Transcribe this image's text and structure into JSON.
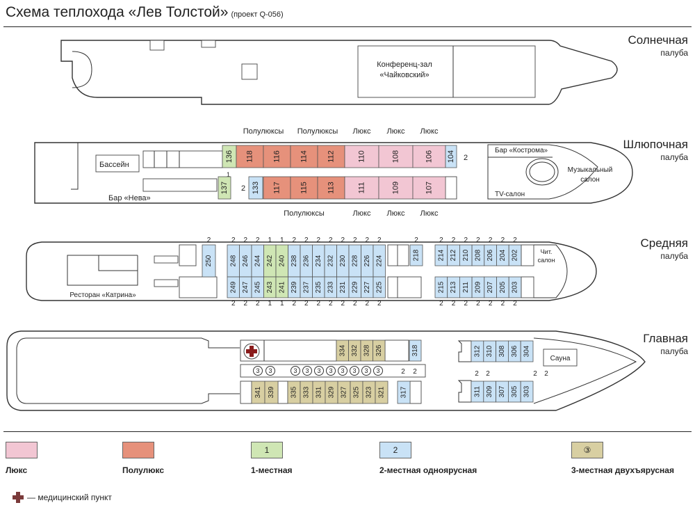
{
  "title": {
    "main": "Схема теплохода «Лев Толстой»",
    "sub": "(проект Q-056)"
  },
  "decks": {
    "sun": {
      "name": "Солнечная",
      "word": "палуба"
    },
    "boat": {
      "name": "Шлюпочная",
      "word": "палуба"
    },
    "middle": {
      "name": "Средняя",
      "word": "палуба"
    },
    "main": {
      "name": "Главная",
      "word": "палуба"
    }
  },
  "colors": {
    "lux": "#f2c6d3",
    "semilux": "#e6917b",
    "single": "#cfe6b4",
    "double": "#c9e2f6",
    "triple": "#d8cfa2",
    "red_cross": "#8a1c1c"
  },
  "sun_deck": {
    "conference": "Конференц-зал «Чайковский»"
  },
  "boat_deck": {
    "pool": "Бассейн",
    "bar_neva": "Бар «Нева»",
    "bar_kostroma": "Бар «Кострома»",
    "music_salon": "Музыкальный салон",
    "tv_salon": "TV-салон",
    "top_labels": [
      {
        "text": "Полулюксы",
        "center_of": [
          "118",
          "116"
        ]
      },
      {
        "text": "Полулюксы",
        "center_of": [
          "114",
          "112"
        ]
      },
      {
        "text": "Люкс",
        "center_of": [
          "110"
        ]
      },
      {
        "text": "Люкс",
        "center_of": [
          "108"
        ]
      },
      {
        "text": "Люкс",
        "center_of": [
          "106"
        ]
      }
    ],
    "bottom_labels": [
      {
        "text": "Полулюксы",
        "center_of": [
          "117",
          "115",
          "113"
        ]
      },
      {
        "text": "Люкс",
        "center_of": [
          "111"
        ]
      },
      {
        "text": "Люкс",
        "center_of": [
          "109"
        ]
      },
      {
        "text": "Люкс",
        "center_of": [
          "107"
        ]
      }
    ],
    "top_row": [
      {
        "num": "136",
        "type": "single"
      },
      {
        "num": "118",
        "type": "semilux"
      },
      {
        "num": "116",
        "type": "semilux"
      },
      {
        "num": "114",
        "type": "semilux"
      },
      {
        "num": "112",
        "type": "semilux"
      },
      {
        "num": "110",
        "type": "lux"
      },
      {
        "num": "108",
        "type": "lux"
      },
      {
        "num": "106",
        "type": "lux"
      },
      {
        "num": "104",
        "type": "double"
      }
    ],
    "bottom_row": [
      {
        "num": "137",
        "type": "single"
      },
      {
        "num": "133",
        "type": "double"
      },
      {
        "num": "117",
        "type": "semilux"
      },
      {
        "num": "115",
        "type": "semilux"
      },
      {
        "num": "113",
        "type": "semilux"
      },
      {
        "num": "111",
        "type": "lux"
      },
      {
        "num": "109",
        "type": "lux"
      },
      {
        "num": "107",
        "type": "lux"
      }
    ],
    "notes": {
      "after_104": "2",
      "between_136_137": "1",
      "before_133": "2"
    }
  },
  "middle_deck": {
    "restaurant": "Ресторан «Катрина»",
    "reading_salon": "Чит. салон",
    "top_aft": [
      {
        "num": "250",
        "type": "double",
        "berths": "2"
      }
    ],
    "top_mid": [
      {
        "num": "248",
        "type": "double",
        "berths": "2"
      },
      {
        "num": "246",
        "type": "double",
        "berths": "2"
      },
      {
        "num": "244",
        "type": "double",
        "berths": "2"
      },
      {
        "num": "242",
        "type": "single",
        "berths": "1"
      },
      {
        "num": "240",
        "type": "single",
        "berths": "1"
      },
      {
        "num": "238",
        "type": "double",
        "berths": "2"
      },
      {
        "num": "236",
        "type": "double",
        "berths": "2"
      },
      {
        "num": "234",
        "type": "double",
        "berths": "2"
      },
      {
        "num": "232",
        "type": "double",
        "berths": "2"
      },
      {
        "num": "230",
        "type": "double",
        "berths": "2"
      },
      {
        "num": "228",
        "type": "double",
        "berths": "2"
      },
      {
        "num": "226",
        "type": "double",
        "berths": "2"
      },
      {
        "num": "224",
        "type": "double",
        "berths": "2"
      }
    ],
    "top_218": {
      "num": "218",
      "type": "double",
      "berths": "2"
    },
    "top_fore": [
      {
        "num": "214",
        "type": "double",
        "berths": "2"
      },
      {
        "num": "212",
        "type": "double",
        "berths": "2"
      },
      {
        "num": "210",
        "type": "double",
        "berths": "2"
      },
      {
        "num": "208",
        "type": "double",
        "berths": "2"
      },
      {
        "num": "206",
        "type": "double",
        "berths": "2"
      },
      {
        "num": "204",
        "type": "double",
        "berths": "2"
      },
      {
        "num": "202",
        "type": "double",
        "berths": "2"
      }
    ],
    "bottom_mid": [
      {
        "num": "249",
        "type": "double",
        "berths": "2"
      },
      {
        "num": "247",
        "type": "double",
        "berths": "2"
      },
      {
        "num": "245",
        "type": "double",
        "berths": "2"
      },
      {
        "num": "243",
        "type": "single",
        "berths": "1"
      },
      {
        "num": "241",
        "type": "single",
        "berths": "1"
      },
      {
        "num": "239",
        "type": "double",
        "berths": "2"
      },
      {
        "num": "237",
        "type": "double",
        "berths": "2"
      },
      {
        "num": "235",
        "type": "double",
        "berths": "2"
      },
      {
        "num": "233",
        "type": "double",
        "berths": "2"
      },
      {
        "num": "231",
        "type": "double",
        "berths": "2"
      },
      {
        "num": "229",
        "type": "double",
        "berths": "2"
      },
      {
        "num": "227",
        "type": "double",
        "berths": "2"
      },
      {
        "num": "225",
        "type": "double",
        "berths": "2"
      }
    ],
    "bottom_fore": [
      {
        "num": "215",
        "type": "double",
        "berths": "2"
      },
      {
        "num": "213",
        "type": "double",
        "berths": "2"
      },
      {
        "num": "211",
        "type": "double",
        "berths": "2"
      },
      {
        "num": "209",
        "type": "double",
        "berths": "2"
      },
      {
        "num": "207",
        "type": "double",
        "berths": "2"
      },
      {
        "num": "205",
        "type": "double",
        "berths": "2"
      },
      {
        "num": "203",
        "type": "double",
        "berths": "2"
      }
    ]
  },
  "main_deck": {
    "sauna": "Сауна",
    "top_triple": [
      {
        "num": "334",
        "type": "triple"
      },
      {
        "num": "332",
        "type": "triple"
      },
      {
        "num": "328",
        "type": "triple"
      },
      {
        "num": "326",
        "type": "triple"
      }
    ],
    "top_318": {
      "num": "318",
      "type": "double"
    },
    "bottom_row": [
      {
        "num": "341",
        "type": "triple"
      },
      {
        "num": "339",
        "type": "triple"
      },
      {
        "num": "335",
        "type": "triple"
      },
      {
        "num": "333",
        "type": "triple"
      },
      {
        "num": "331",
        "type": "triple"
      },
      {
        "num": "329",
        "type": "triple"
      },
      {
        "num": "327",
        "type": "triple"
      },
      {
        "num": "325",
        "type": "triple"
      },
      {
        "num": "323",
        "type": "triple"
      },
      {
        "num": "321",
        "type": "triple"
      },
      {
        "num": "317",
        "type": "double"
      }
    ],
    "fore_top": [
      {
        "num": "312",
        "type": "double"
      },
      {
        "num": "310",
        "type": "double"
      },
      {
        "num": "308",
        "type": "double"
      },
      {
        "num": "306",
        "type": "double"
      },
      {
        "num": "304",
        "type": "double"
      }
    ],
    "fore_bottom": [
      {
        "num": "311",
        "type": "double"
      },
      {
        "num": "309",
        "type": "double"
      },
      {
        "num": "307",
        "type": "double"
      },
      {
        "num": "305",
        "type": "double"
      },
      {
        "num": "303",
        "type": "double"
      }
    ],
    "corridor_marks": [
      "3",
      "3",
      "3",
      "3",
      "3",
      "3",
      "3",
      "3",
      "3",
      "3"
    ],
    "corridor_twos": [
      "2",
      "2"
    ],
    "fore_twos_top": [
      "2",
      "2"
    ],
    "fore_twos_bottom": [
      "2",
      "2"
    ]
  },
  "legend": [
    {
      "key": "lux",
      "symbol": "",
      "label": "Люкс"
    },
    {
      "key": "semilux",
      "symbol": "",
      "label": "Полулюкс"
    },
    {
      "key": "single",
      "symbol": "1",
      "label": "1-местная"
    },
    {
      "key": "double",
      "symbol": "2",
      "label": "2-местная одноярусная"
    },
    {
      "key": "triple",
      "symbol": "③",
      "label": "3-местная двухъярусная"
    }
  ],
  "med_note": "— медицинский пункт"
}
